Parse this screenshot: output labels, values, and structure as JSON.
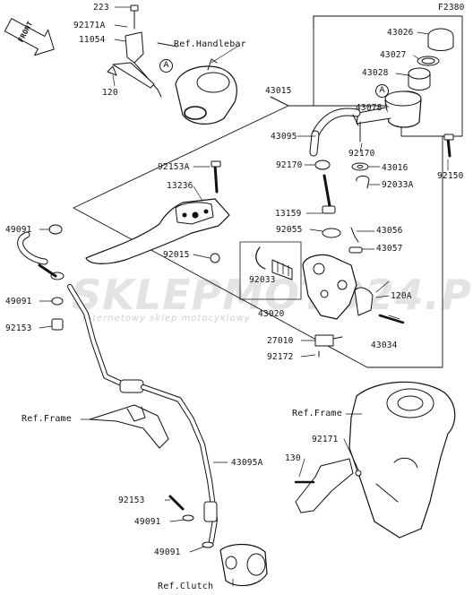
{
  "diagram_code": "F2380",
  "watermark": {
    "brand": "SKLEPMOTO24.PL",
    "tagline": "internetowy sklep motocyklowy"
  },
  "front_arrow": "FRONT",
  "refs": {
    "handlebar": "Ref.Handlebar",
    "frame_left": "Ref.Frame",
    "frame_right": "Ref.Frame",
    "clutch": "Ref.Clutch"
  },
  "callouts": {
    "a1": "A",
    "a2": "A"
  },
  "parts": {
    "p223": "223",
    "p92171a": "92171A",
    "p11054": "11054",
    "p120": "120",
    "p43015": "43015",
    "p43026": "43026",
    "p43027": "43027",
    "p43028": "43028",
    "p43078": "43078",
    "p43095": "43095",
    "p92170a": "92170",
    "p92170b": "92170",
    "p43016": "43016",
    "p92033a": "92033A",
    "p92150": "92150",
    "p92153a": "92153A",
    "p13236": "13236",
    "p13159": "13159",
    "p92055": "92055",
    "p43056": "43056",
    "p43057": "43057",
    "p92015": "92015",
    "p92033": "92033",
    "p43020": "43020",
    "p120a": "120A",
    "p43034": "43034",
    "p27010": "27010",
    "p92172": "92172",
    "p49091a": "49091",
    "p49091b": "49091",
    "p92153b": "92153",
    "p92171": "92171",
    "p130": "130",
    "p43095a": "43095A",
    "p92153c": "92153",
    "p49091c": "49091",
    "p49091d": "49091"
  }
}
